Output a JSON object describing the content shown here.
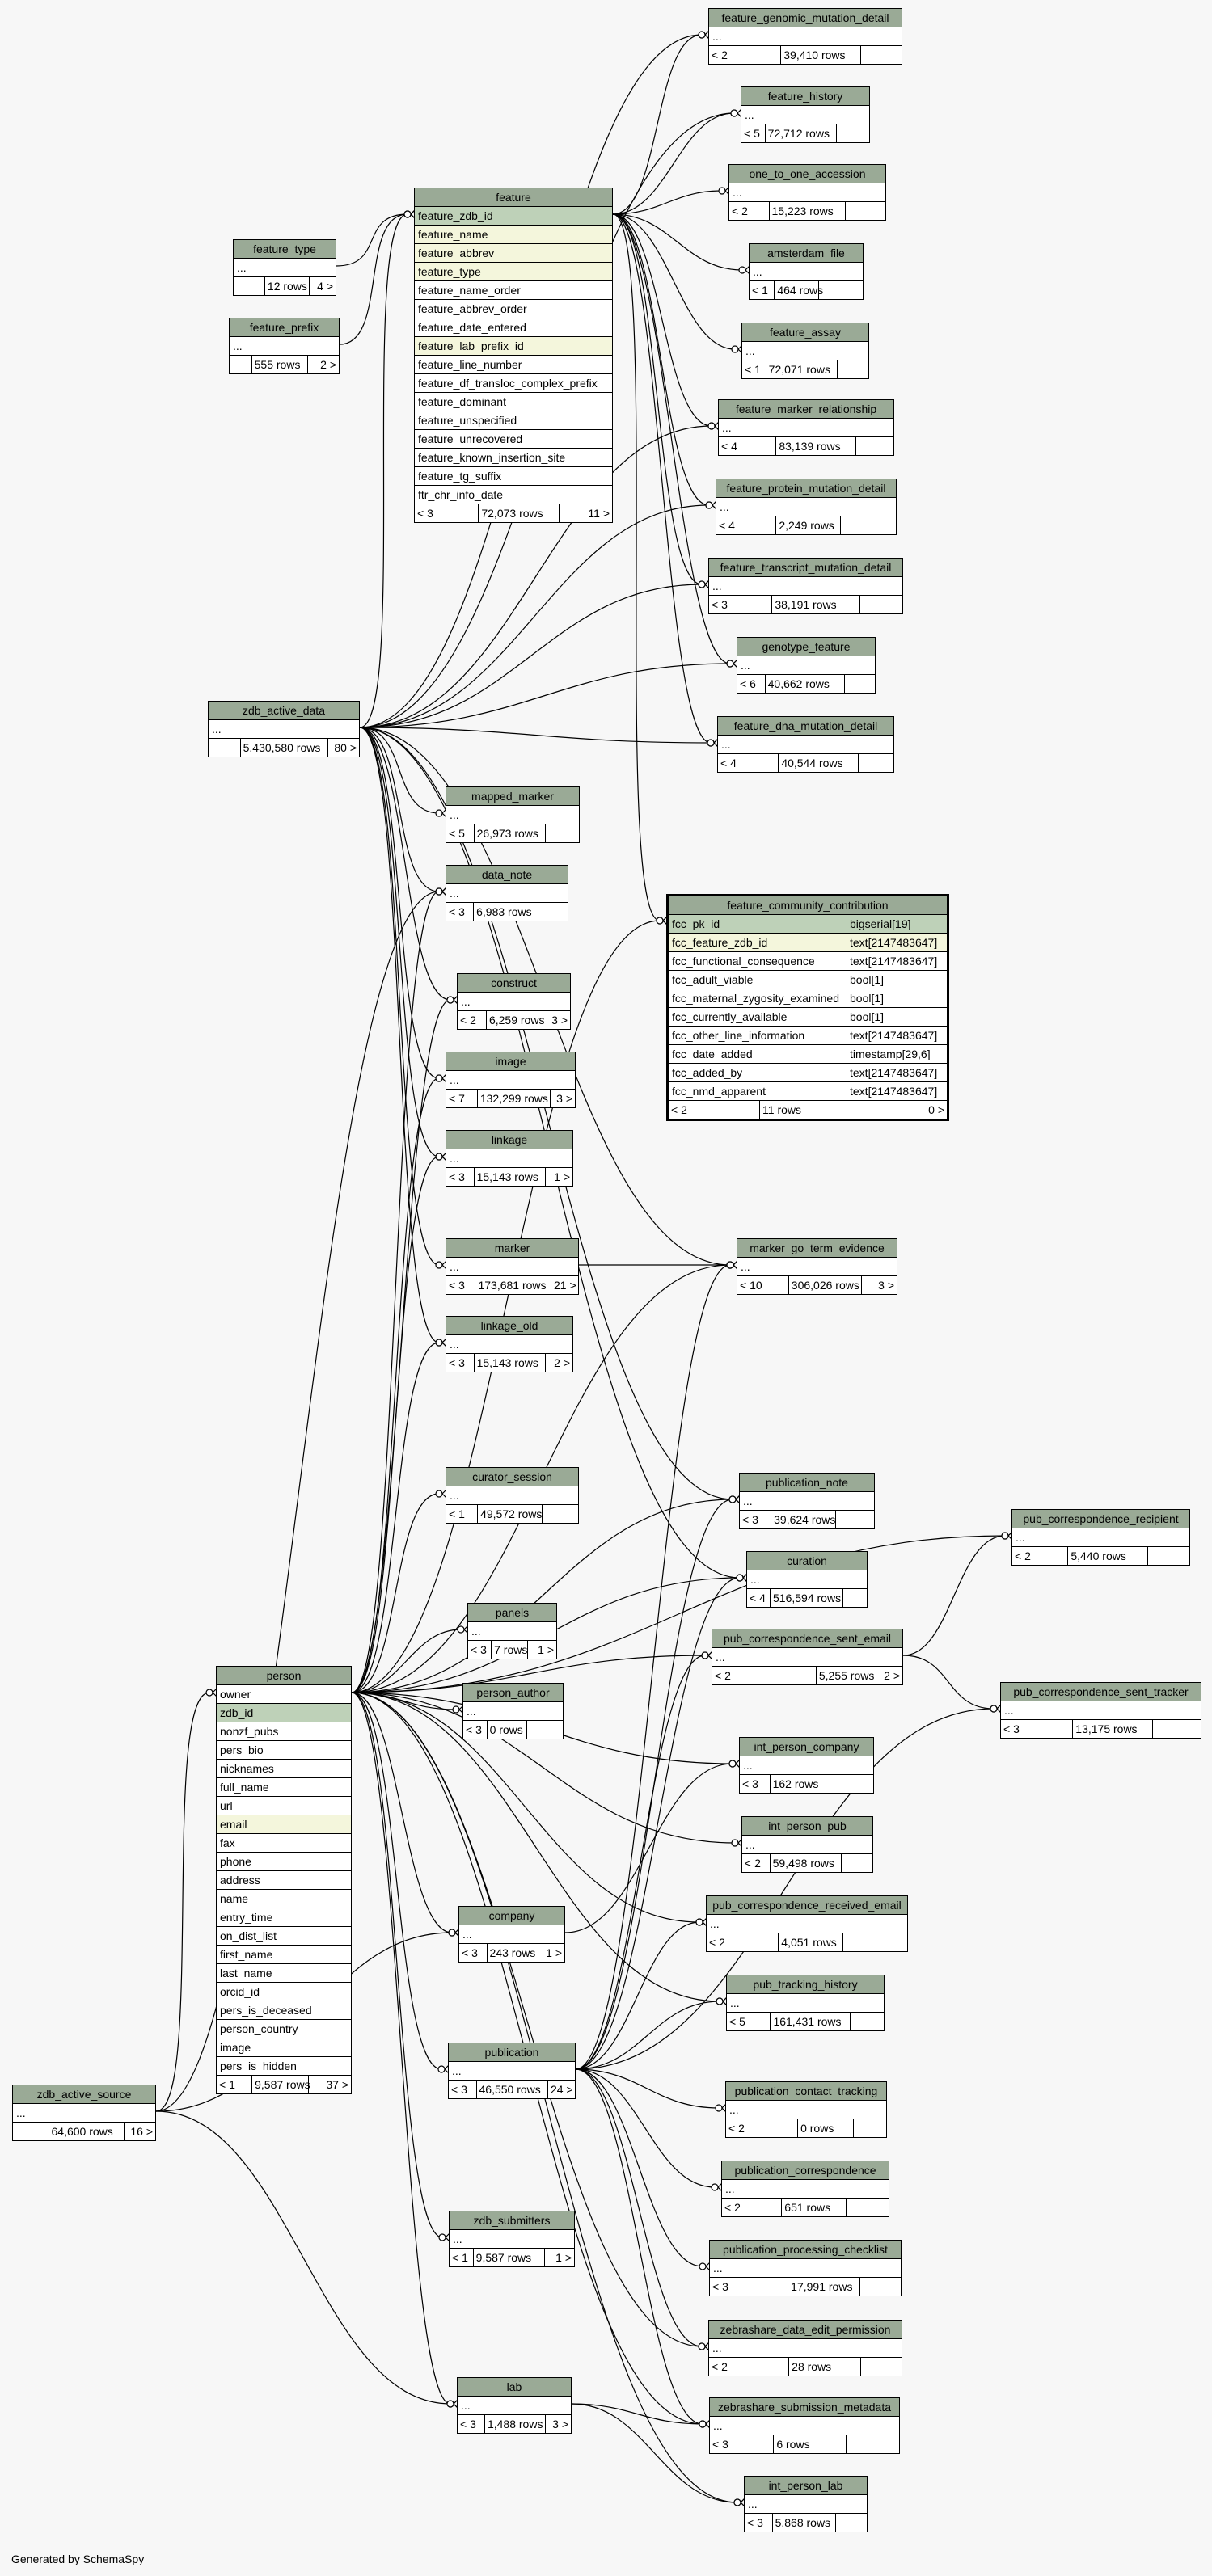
{
  "footer": "Generated by SchemaSpy",
  "tables": [
    {
      "id": "feature_genomic_mutation_detail",
      "title": "feature_genomic_mutation_detail",
      "cols": [
        "..."
      ],
      "foot": [
        "< 2",
        "39,410 rows",
        ""
      ]
    },
    {
      "id": "feature_history",
      "title": "feature_history",
      "cols": [
        "..."
      ],
      "foot": [
        "< 5",
        "72,712 rows",
        ""
      ]
    },
    {
      "id": "one_to_one_accession",
      "title": "one_to_one_accession",
      "cols": [
        "..."
      ],
      "foot": [
        "< 2",
        "15,223 rows",
        ""
      ]
    },
    {
      "id": "amsterdam_file",
      "title": "amsterdam_file",
      "cols": [
        "..."
      ],
      "foot": [
        "< 1",
        "464 rows",
        ""
      ]
    },
    {
      "id": "feature_assay",
      "title": "feature_assay",
      "cols": [
        "..."
      ],
      "foot": [
        "< 1",
        "72,071 rows",
        ""
      ]
    },
    {
      "id": "feature_marker_relationship",
      "title": "feature_marker_relationship",
      "cols": [
        "..."
      ],
      "foot": [
        "< 4",
        "83,139 rows",
        ""
      ]
    },
    {
      "id": "feature_protein_mutation_detail",
      "title": "feature_protein_mutation_detail",
      "cols": [
        "..."
      ],
      "foot": [
        "< 4",
        "2,249 rows",
        ""
      ]
    },
    {
      "id": "feature_transcript_mutation_detail",
      "title": "feature_transcript_mutation_detail",
      "cols": [
        "..."
      ],
      "foot": [
        "< 3",
        "38,191 rows",
        ""
      ]
    },
    {
      "id": "genotype_feature",
      "title": "genotype_feature",
      "cols": [
        "..."
      ],
      "foot": [
        "< 6",
        "40,662 rows",
        ""
      ]
    },
    {
      "id": "feature_dna_mutation_detail",
      "title": "feature_dna_mutation_detail",
      "cols": [
        "..."
      ],
      "foot": [
        "< 4",
        "40,544 rows",
        ""
      ]
    },
    {
      "id": "feature",
      "title": "feature",
      "cols": [
        "feature_zdb_id",
        "feature_name",
        "feature_abbrev",
        "feature_type",
        "feature_name_order",
        "feature_abbrev_order",
        "feature_date_entered",
        "feature_lab_prefix_id",
        "feature_line_number",
        "feature_df_transloc_complex_prefix",
        "feature_dominant",
        "feature_unspecified",
        "feature_unrecovered",
        "feature_known_insertion_site",
        "feature_tg_suffix",
        "ftr_chr_info_date"
      ],
      "foot": [
        "< 3",
        "72,073 rows",
        "11 >"
      ]
    },
    {
      "id": "feature_type",
      "title": "feature_type",
      "cols": [
        "..."
      ],
      "foot": [
        "",
        "12 rows",
        "4 >"
      ]
    },
    {
      "id": "feature_prefix",
      "title": "feature_prefix",
      "cols": [
        "..."
      ],
      "foot": [
        "",
        "555 rows",
        "2 >"
      ]
    },
    {
      "id": "zdb_active_data",
      "title": "zdb_active_data",
      "cols": [
        "..."
      ],
      "foot": [
        "",
        "5,430,580 rows",
        "80 >"
      ]
    },
    {
      "id": "mapped_marker",
      "title": "mapped_marker",
      "cols": [
        "..."
      ],
      "foot": [
        "< 5",
        "26,973 rows",
        ""
      ]
    },
    {
      "id": "data_note",
      "title": "data_note",
      "cols": [
        "..."
      ],
      "foot": [
        "< 3",
        "6,983 rows",
        ""
      ]
    },
    {
      "id": "construct",
      "title": "construct",
      "cols": [
        "..."
      ],
      "foot": [
        "< 2",
        "6,259 rows",
        "3 >"
      ]
    },
    {
      "id": "image",
      "title": "image",
      "cols": [
        "..."
      ],
      "foot": [
        "< 7",
        "132,299 rows",
        "3 >"
      ]
    },
    {
      "id": "linkage",
      "title": "linkage",
      "cols": [
        "..."
      ],
      "foot": [
        "< 3",
        "15,143 rows",
        "1 >"
      ]
    },
    {
      "id": "marker",
      "title": "marker",
      "cols": [
        "..."
      ],
      "foot": [
        "< 3",
        "173,681 rows",
        "21 >"
      ]
    },
    {
      "id": "linkage_old",
      "title": "linkage_old",
      "cols": [
        "..."
      ],
      "foot": [
        "< 3",
        "15,143 rows",
        "2 >"
      ]
    },
    {
      "id": "feature_community_contribution",
      "title": "feature_community_contribution",
      "main": true,
      "cols": [
        "fcc_pk_id",
        "fcc_feature_zdb_id",
        "fcc_functional_consequence",
        "fcc_adult_viable",
        "fcc_maternal_zygosity_examined",
        "fcc_currently_available",
        "fcc_other_line_information",
        "fcc_date_added",
        "fcc_added_by",
        "fcc_nmd_apparent"
      ],
      "types": [
        "bigserial[19]",
        "text[2147483647]",
        "text[2147483647]",
        "bool[1]",
        "bool[1]",
        "bool[1]",
        "text[2147483647]",
        "timestamp[29,6]",
        "text[2147483647]",
        "text[2147483647]"
      ],
      "foot": [
        "< 2",
        "11 rows",
        "0 >"
      ]
    },
    {
      "id": "marker_go_term_evidence",
      "title": "marker_go_term_evidence",
      "cols": [
        "..."
      ],
      "foot": [
        "< 10",
        "306,026 rows",
        "3 >"
      ]
    },
    {
      "id": "curator_session",
      "title": "curator_session",
      "cols": [
        "..."
      ],
      "foot": [
        "< 1",
        "49,572 rows",
        ""
      ]
    },
    {
      "id": "publication_note",
      "title": "publication_note",
      "cols": [
        "..."
      ],
      "foot": [
        "< 3",
        "39,624 rows",
        ""
      ]
    },
    {
      "id": "pub_correspondence_recipient",
      "title": "pub_correspondence_recipient",
      "cols": [
        "..."
      ],
      "foot": [
        "< 2",
        "5,440 rows",
        ""
      ]
    },
    {
      "id": "curation",
      "title": "curation",
      "cols": [
        "..."
      ],
      "foot": [
        "< 4",
        "516,594 rows",
        ""
      ]
    },
    {
      "id": "panels",
      "title": "panels",
      "cols": [
        "..."
      ],
      "foot": [
        "< 3",
        "7 rows",
        "1 >"
      ]
    },
    {
      "id": "pub_correspondence_sent_email",
      "title": "pub_correspondence_sent_email",
      "cols": [
        "..."
      ],
      "foot": [
        "< 2",
        "5,255 rows",
        "2 >"
      ]
    },
    {
      "id": "pub_correspondence_sent_tracker",
      "title": "pub_correspondence_sent_tracker",
      "cols": [
        "..."
      ],
      "foot": [
        "< 3",
        "13,175 rows",
        ""
      ]
    },
    {
      "id": "person",
      "title": "person",
      "cols": [
        "owner",
        "zdb_id",
        "nonzf_pubs",
        "pers_bio",
        "nicknames",
        "full_name",
        "url",
        "email",
        "fax",
        "phone",
        "address",
        "name",
        "entry_time",
        "on_dist_list",
        "first_name",
        "last_name",
        "orcid_id",
        "pers_is_deceased",
        "person_country",
        "image",
        "pers_is_hidden"
      ],
      "foot": [
        "< 1",
        "9,587 rows",
        "37 >"
      ]
    },
    {
      "id": "person_author",
      "title": "person_author",
      "cols": [
        "..."
      ],
      "foot": [
        "< 3",
        "0 rows",
        ""
      ]
    },
    {
      "id": "int_person_company",
      "title": "int_person_company",
      "cols": [
        "..."
      ],
      "foot": [
        "< 3",
        "162 rows",
        ""
      ]
    },
    {
      "id": "int_person_pub",
      "title": "int_person_pub",
      "cols": [
        "..."
      ],
      "foot": [
        "< 2",
        "59,498 rows",
        ""
      ]
    },
    {
      "id": "company",
      "title": "company",
      "cols": [
        "..."
      ],
      "foot": [
        "< 3",
        "243 rows",
        "1 >"
      ]
    },
    {
      "id": "pub_correspondence_received_email",
      "title": "pub_correspondence_received_email",
      "cols": [
        "..."
      ],
      "foot": [
        "< 2",
        "4,051 rows",
        ""
      ]
    },
    {
      "id": "pub_tracking_history",
      "title": "pub_tracking_history",
      "cols": [
        "..."
      ],
      "foot": [
        "< 5",
        "161,431 rows",
        ""
      ]
    },
    {
      "id": "publication",
      "title": "publication",
      "cols": [
        "..."
      ],
      "foot": [
        "< 3",
        "46,550 rows",
        "24 >"
      ]
    },
    {
      "id": "zdb_active_source",
      "title": "zdb_active_source",
      "cols": [
        "..."
      ],
      "foot": [
        "",
        "64,600 rows",
        "16 >"
      ]
    },
    {
      "id": "publication_contact_tracking",
      "title": "publication_contact_tracking",
      "cols": [
        "..."
      ],
      "foot": [
        "< 2",
        "0 rows",
        ""
      ]
    },
    {
      "id": "publication_correspondence",
      "title": "publication_correspondence",
      "cols": [
        "..."
      ],
      "foot": [
        "< 2",
        "651 rows",
        ""
      ]
    },
    {
      "id": "zdb_submitters",
      "title": "zdb_submitters",
      "cols": [
        "..."
      ],
      "foot": [
        "< 1",
        "9,587 rows",
        "1 >"
      ]
    },
    {
      "id": "publication_processing_checklist",
      "title": "publication_processing_checklist",
      "cols": [
        "..."
      ],
      "foot": [
        "< 3",
        "17,991 rows",
        ""
      ]
    },
    {
      "id": "zebrashare_data_edit_permission",
      "title": "zebrashare_data_edit_permission",
      "cols": [
        "..."
      ],
      "foot": [
        "< 2",
        "28 rows",
        ""
      ]
    },
    {
      "id": "lab",
      "title": "lab",
      "cols": [
        "..."
      ],
      "foot": [
        "< 3",
        "1,488 rows",
        "3 >"
      ]
    },
    {
      "id": "zebrashare_submission_metadata",
      "title": "zebrashare_submission_metadata",
      "cols": [
        "..."
      ],
      "foot": [
        "< 3",
        "6 rows",
        ""
      ]
    },
    {
      "id": "int_person_lab",
      "title": "int_person_lab",
      "cols": [
        "..."
      ],
      "foot": [
        "< 3",
        "5,868 rows",
        ""
      ]
    }
  ],
  "relationships": [
    [
      "feature",
      "feature_genomic_mutation_detail"
    ],
    [
      "feature",
      "feature_history"
    ],
    [
      "feature",
      "one_to_one_accession"
    ],
    [
      "feature",
      "amsterdam_file"
    ],
    [
      "feature",
      "feature_assay"
    ],
    [
      "feature",
      "feature_marker_relationship"
    ],
    [
      "feature",
      "feature_protein_mutation_detail"
    ],
    [
      "feature",
      "feature_transcript_mutation_detail"
    ],
    [
      "feature",
      "genotype_feature"
    ],
    [
      "feature",
      "feature_dna_mutation_detail"
    ],
    [
      "feature",
      "feature_community_contribution"
    ],
    [
      "feature_type",
      "feature"
    ],
    [
      "feature_prefix",
      "feature"
    ],
    [
      "zdb_active_data",
      "feature"
    ],
    [
      "zdb_active_data",
      "feature_genomic_mutation_detail"
    ],
    [
      "zdb_active_data",
      "feature_history"
    ],
    [
      "zdb_active_data",
      "feature_marker_relationship"
    ],
    [
      "zdb_active_data",
      "feature_protein_mutation_detail"
    ],
    [
      "zdb_active_data",
      "feature_transcript_mutation_detail"
    ],
    [
      "zdb_active_data",
      "genotype_feature"
    ],
    [
      "zdb_active_data",
      "feature_dna_mutation_detail"
    ],
    [
      "zdb_active_data",
      "mapped_marker"
    ],
    [
      "zdb_active_data",
      "data_note"
    ],
    [
      "zdb_active_data",
      "construct"
    ],
    [
      "zdb_active_data",
      "image"
    ],
    [
      "zdb_active_data",
      "linkage"
    ],
    [
      "zdb_active_data",
      "marker"
    ],
    [
      "zdb_active_data",
      "linkage_old"
    ],
    [
      "zdb_active_data",
      "marker_go_term_evidence"
    ],
    [
      "zdb_active_data",
      "publication_note"
    ],
    [
      "zdb_active_data",
      "curation"
    ],
    [
      "marker",
      "marker_go_term_evidence"
    ],
    [
      "person",
      "data_note"
    ],
    [
      "person",
      "construct"
    ],
    [
      "person",
      "image"
    ],
    [
      "person",
      "linkage"
    ],
    [
      "person",
      "linkage_old"
    ],
    [
      "person",
      "marker_go_term_evidence"
    ],
    [
      "person",
      "curator_session"
    ],
    [
      "person",
      "publication_note"
    ],
    [
      "person",
      "curation"
    ],
    [
      "person",
      "panels"
    ],
    [
      "person",
      "pub_correspondence_sent_email"
    ],
    [
      "person",
      "person_author"
    ],
    [
      "person",
      "int_person_company"
    ],
    [
      "person",
      "int_person_pub"
    ],
    [
      "person",
      "company"
    ],
    [
      "person",
      "pub_correspondence_received_email"
    ],
    [
      "person",
      "pub_tracking_history"
    ],
    [
      "person",
      "publication"
    ],
    [
      "person",
      "zdb_submitters"
    ],
    [
      "person",
      "lab"
    ],
    [
      "person",
      "zebrashare_data_edit_permission"
    ],
    [
      "person",
      "zebrashare_submission_metadata"
    ],
    [
      "person",
      "int_person_lab"
    ],
    [
      "person",
      "pub_correspondence_recipient"
    ],
    [
      "person",
      "feature_community_contribution"
    ],
    [
      "pub_correspondence_sent_email",
      "pub_correspondence_recipient"
    ],
    [
      "pub_correspondence_sent_email",
      "pub_correspondence_sent_tracker"
    ],
    [
      "publication",
      "marker_go_term_evidence"
    ],
    [
      "publication",
      "publication_note"
    ],
    [
      "publication",
      "curation"
    ],
    [
      "publication",
      "pub_correspondence_sent_email"
    ],
    [
      "publication",
      "pub_correspondence_sent_tracker"
    ],
    [
      "publication",
      "pub_correspondence_received_email"
    ],
    [
      "publication",
      "pub_tracking_history"
    ],
    [
      "publication",
      "publication_contact_tracking"
    ],
    [
      "publication",
      "publication_correspondence"
    ],
    [
      "publication",
      "publication_processing_checklist"
    ],
    [
      "publication",
      "zebrashare_data_edit_permission"
    ],
    [
      "publication",
      "zebrashare_submission_metadata"
    ],
    [
      "company",
      "int_person_company"
    ],
    [
      "lab",
      "zebrashare_submission_metadata"
    ],
    [
      "lab",
      "int_person_lab"
    ],
    [
      "zdb_active_source",
      "person"
    ],
    [
      "zdb_active_source",
      "company"
    ],
    [
      "zdb_active_source",
      "lab"
    ],
    [
      "zdb_active_source",
      "data_note"
    ]
  ]
}
